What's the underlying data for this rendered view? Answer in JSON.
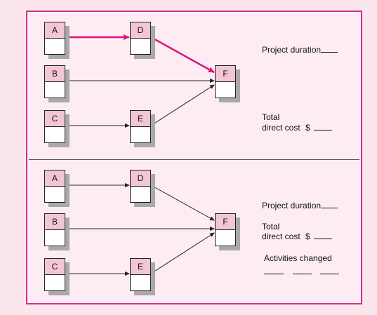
{
  "top_panel": {
    "nodes": [
      {
        "id": "A",
        "label": "A"
      },
      {
        "id": "B",
        "label": "B"
      },
      {
        "id": "C",
        "label": "C"
      },
      {
        "id": "D",
        "label": "D"
      },
      {
        "id": "E",
        "label": "E"
      },
      {
        "id": "F",
        "label": "F"
      }
    ],
    "edges": [
      {
        "from": "A",
        "to": "D",
        "critical": true
      },
      {
        "from": "D",
        "to": "F",
        "critical": true
      },
      {
        "from": "B",
        "to": "F",
        "critical": false
      },
      {
        "from": "C",
        "to": "E",
        "critical": false
      },
      {
        "from": "E",
        "to": "F",
        "critical": false
      }
    ],
    "project_duration_label": "Project duration",
    "total_label": "Total",
    "direct_cost_label": "direct cost",
    "currency_symbol": "$"
  },
  "bottom_panel": {
    "nodes": [
      {
        "id": "A",
        "label": "A"
      },
      {
        "id": "B",
        "label": "B"
      },
      {
        "id": "C",
        "label": "C"
      },
      {
        "id": "D",
        "label": "D"
      },
      {
        "id": "E",
        "label": "E"
      },
      {
        "id": "F",
        "label": "F"
      }
    ],
    "edges": [
      {
        "from": "A",
        "to": "D",
        "critical": false
      },
      {
        "from": "D",
        "to": "F",
        "critical": false
      },
      {
        "from": "B",
        "to": "F",
        "critical": false
      },
      {
        "from": "C",
        "to": "E",
        "critical": false
      },
      {
        "from": "E",
        "to": "F",
        "critical": false
      }
    ],
    "project_duration_label": "Project duration",
    "total_label": "Total",
    "direct_cost_label": "direct cost",
    "currency_symbol": "$",
    "activities_changed_label": "Activities changed"
  },
  "colors": {
    "background": "#fbe6ee",
    "frame_border": "#d0308a",
    "node_header": "#f3c6d6",
    "critical_path": "#d9177f",
    "normal_edge": "#222222"
  }
}
